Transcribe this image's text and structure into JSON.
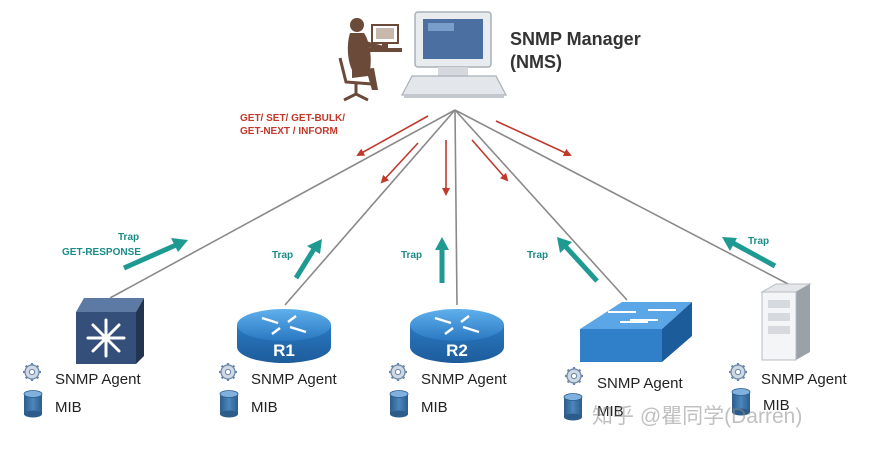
{
  "manager": {
    "title_line1": "SNMP Manager",
    "title_line2": "(NMS)"
  },
  "operations": {
    "line1": "GET/ SET/ GET-BULK/",
    "line2": "GET-NEXT / INFORM"
  },
  "trap_label": "Trap",
  "get_response_label": "GET-RESPONSE",
  "agent_label": "SNMP Agent",
  "mib_label": "MIB",
  "devices": [
    {
      "type": "multilayer-switch",
      "label": ""
    },
    {
      "type": "router",
      "label": "R1"
    },
    {
      "type": "router",
      "label": "R2"
    },
    {
      "type": "switch",
      "label": ""
    },
    {
      "type": "server",
      "label": ""
    }
  ],
  "watermark": "知乎 @瞿同学(Darren)",
  "colors": {
    "request_arrow": "#c0392b",
    "trap_arrow": "#1f9a92",
    "device_blue": "#2f7fc9",
    "line": "#8a8a8a"
  }
}
